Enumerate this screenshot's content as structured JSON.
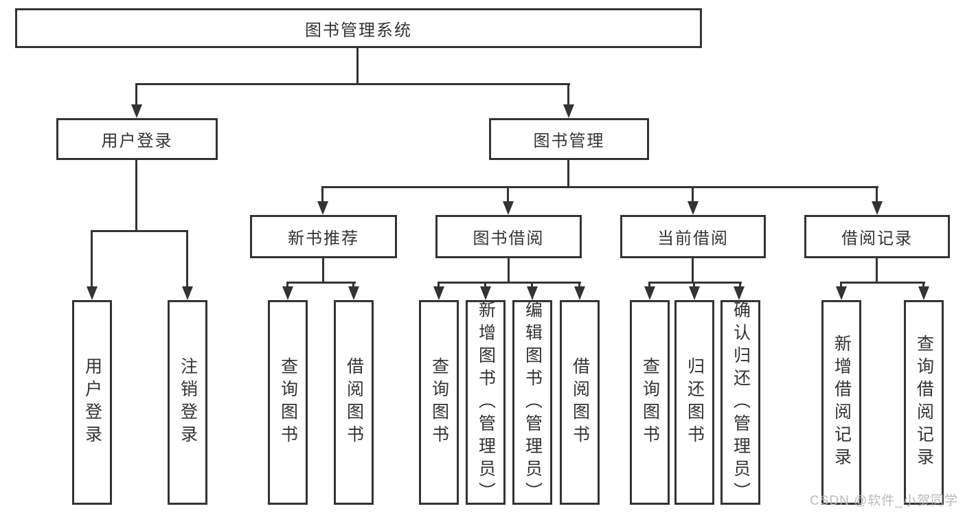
{
  "colors": {
    "line": "#333333",
    "text": "#333333",
    "background": "#ffffff",
    "watermark": "#b5b5b5"
  },
  "watermark": "CSDN @软件_小贺同学",
  "tree": {
    "label": "图书管理系统",
    "children": [
      {
        "label": "用户登录",
        "children": [
          {
            "label": "用户登录"
          },
          {
            "label": "注销登录"
          }
        ]
      },
      {
        "label": "图书管理",
        "children": [
          {
            "label": "新书推荐",
            "children": [
              {
                "label": "查询图书"
              },
              {
                "label": "借阅图书"
              }
            ]
          },
          {
            "label": "图书借阅",
            "children": [
              {
                "label": "查询图书"
              },
              {
                "label": "新增图书（管理员）"
              },
              {
                "label": "编辑图书（管理员）"
              },
              {
                "label": "借阅图书"
              }
            ]
          },
          {
            "label": "当前借阅",
            "children": [
              {
                "label": "查询图书"
              },
              {
                "label": "归还图书"
              },
              {
                "label": "确认归还（管理员）"
              }
            ]
          },
          {
            "label": "借阅记录",
            "children": [
              {
                "label": "新增借阅记录"
              },
              {
                "label": "查询借阅记录"
              }
            ]
          }
        ]
      }
    ]
  }
}
